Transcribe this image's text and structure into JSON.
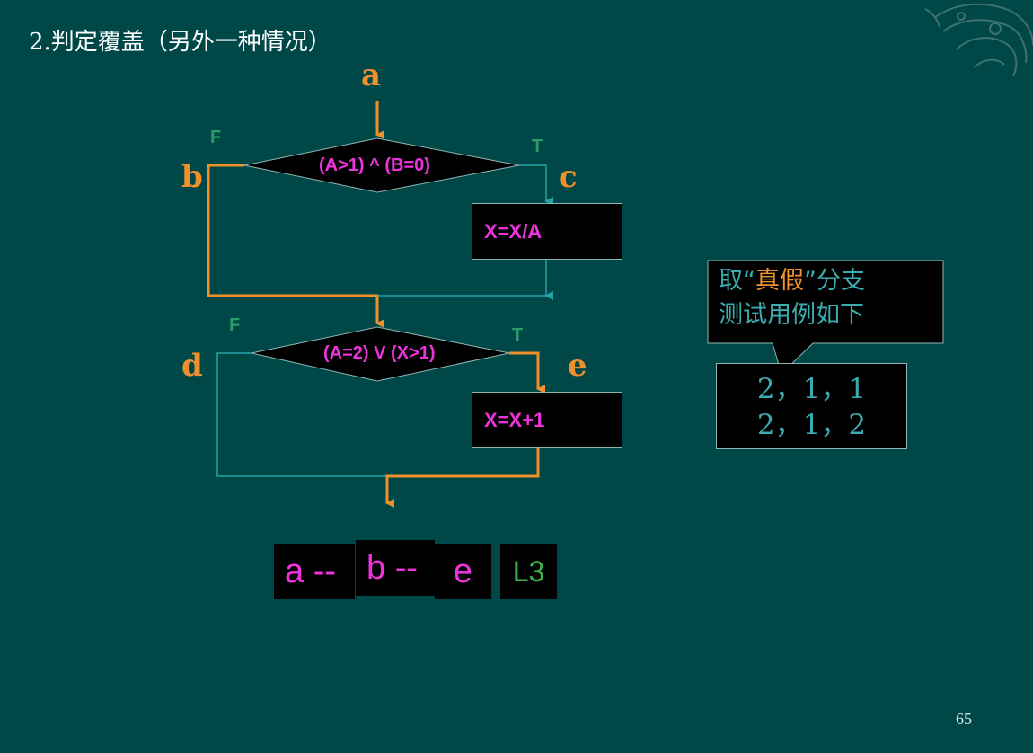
{
  "title": "2.判定覆盖（另外一种情况）",
  "nodes": {
    "a": "a",
    "b": "b",
    "c": "c",
    "d": "d",
    "e": "e"
  },
  "decision1": {
    "condition": "(A>1)  ^ (B=0)",
    "false_label": "F",
    "true_label": "T"
  },
  "process1": "X=X/A",
  "decision2": {
    "condition": "(A=2) V (X>1)",
    "false_label": "F",
    "true_label": "T"
  },
  "process2": "X=X+1",
  "callout": {
    "prefix": "取“",
    "highlight": "真假",
    "suffix": "”分支",
    "line2": "测试用例如下"
  },
  "test_cases": [
    "2，1，1",
    "2，1，2"
  ],
  "path": {
    "a": "a --",
    "b": "b --",
    "e": "e",
    "label": "L3"
  },
  "page_number": "65",
  "colors": {
    "background": "#004848",
    "highlight_path": "#f0902a",
    "normal_path": "#25a2a8",
    "condition_text": "#ee33dd",
    "label_green": "#2e9a6c",
    "callout_text": "#3aacb0"
  }
}
